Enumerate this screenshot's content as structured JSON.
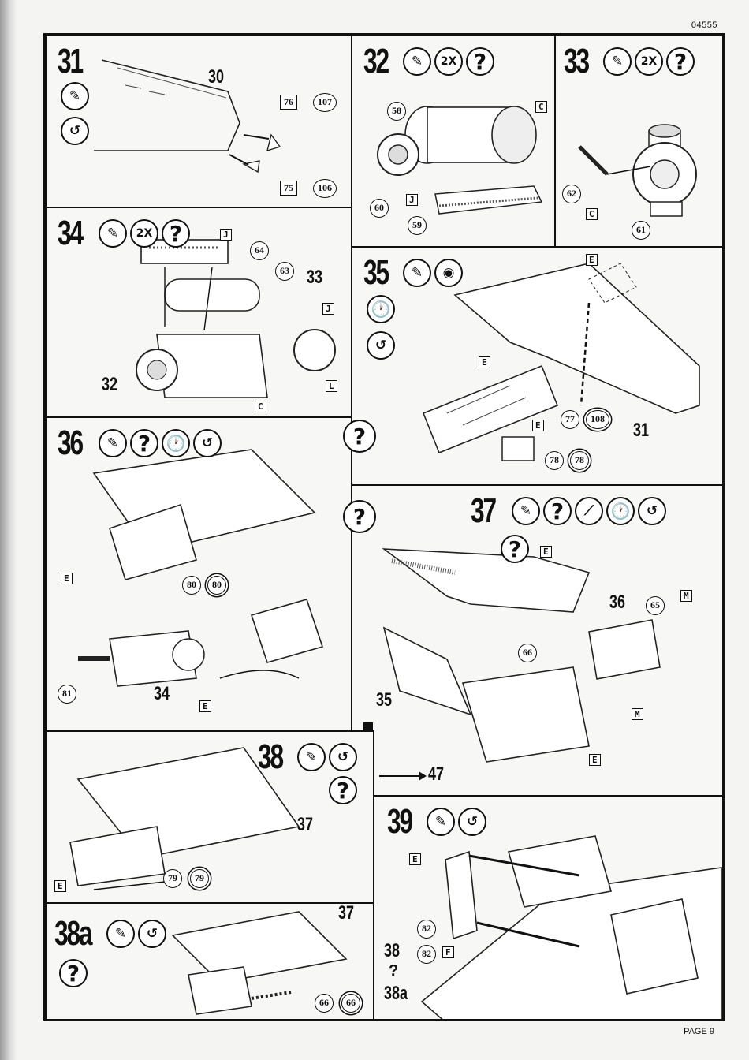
{
  "page": {
    "code": "04555",
    "page_label": "PAGE 9"
  },
  "icons": {
    "glue": "glue-tube-icon",
    "question": "?",
    "times2": "2X",
    "rotate": "rotate-icon",
    "clock": "clock-icon",
    "tape": "tape-icon",
    "knife": "knife-icon"
  },
  "steps": {
    "s31": {
      "num": "31",
      "ref_assembly": "30",
      "parts": [
        "76",
        "107",
        "75",
        "106"
      ]
    },
    "s32": {
      "num": "32",
      "parts": [
        "58",
        "60",
        "59"
      ],
      "glue": [
        "C",
        "J"
      ]
    },
    "s33": {
      "num": "33",
      "parts": [
        "62",
        "61"
      ],
      "glue": [
        "C"
      ]
    },
    "s34": {
      "num": "34",
      "parts": [
        "64",
        "63"
      ],
      "assemblies": [
        "33",
        "32"
      ],
      "glue": [
        "J",
        "J",
        "L",
        "C"
      ]
    },
    "s35": {
      "num": "35",
      "parts": [
        "77",
        "108",
        "78",
        "78"
      ],
      "assemblies": [
        "31"
      ],
      "glue": [
        "E",
        "E",
        "E"
      ]
    },
    "s36": {
      "num": "36",
      "parts": [
        "80",
        "80",
        "81"
      ],
      "assemblies": [
        "34"
      ],
      "glue": [
        "E",
        "E"
      ]
    },
    "s37": {
      "num": "37",
      "parts": [
        "65",
        "66"
      ],
      "assemblies": [
        "36",
        "35"
      ],
      "glue": [
        "E",
        "M",
        "M",
        "E"
      ],
      "goto": "47"
    },
    "s38": {
      "num": "38",
      "parts": [
        "79",
        "79"
      ],
      "assemblies": [
        "37"
      ],
      "glue": [
        "E"
      ]
    },
    "s38a": {
      "num": "38a",
      "parts": [
        "66",
        "66"
      ],
      "assemblies": [
        "37"
      ]
    },
    "s39": {
      "num": "39",
      "parts": [
        "82",
        "82"
      ],
      "assemblies": [
        "38",
        "38a"
      ],
      "glue": [
        "E",
        "F"
      ],
      "qmark": "?"
    }
  }
}
